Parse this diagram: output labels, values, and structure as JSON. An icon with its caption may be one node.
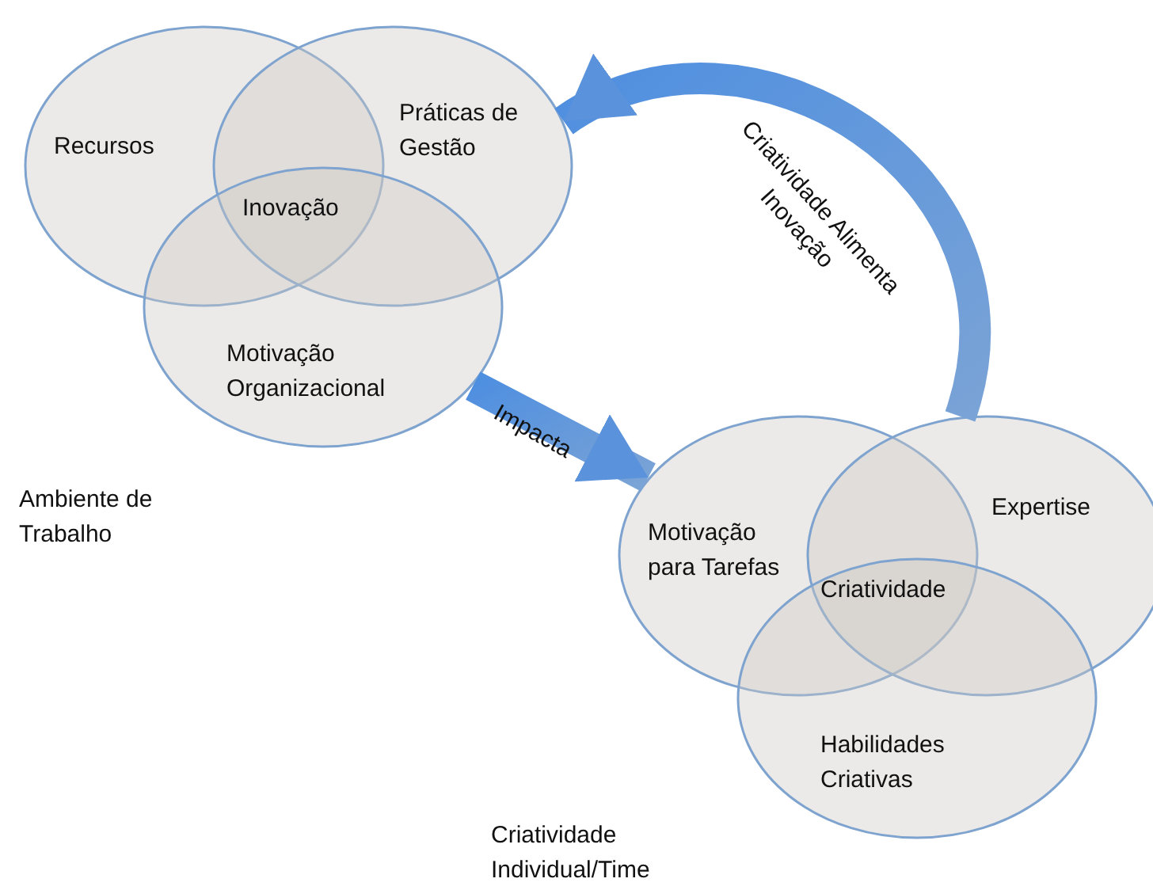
{
  "diagram": {
    "nodes": [
      {
        "text": [
          "Recursos"
        ]
      },
      {
        "text": [
          "Práticas de Gestão"
        ]
      },
      {
        "text": [
          "Motivação Organizacional"
        ]
      },
      {
        "text": [
          "Motivação para Tarefas"
        ]
      },
      {
        "text": [
          "Expertise"
        ]
      },
      {
        "text": [
          "Habilidades Criativas"
        ]
      }
    ],
    "edges": [
      {
        "from": 2,
        "to": 3,
        "arrow": "to",
        "label": "Impacta"
      },
      {
        "from": 4,
        "to": 1,
        "arrow": "to",
        "label": "Criatividade Alimenta Inovação"
      }
    ],
    "labels": [
      "Inovação",
      "Ambiente de Trabalho",
      "Criatividade",
      "Criatividade Individual/Time"
    ]
  }
}
